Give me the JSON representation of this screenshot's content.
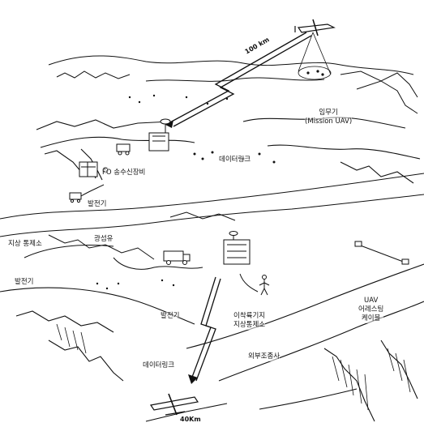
{
  "labels": {
    "link_distance_top": "100 km",
    "mission_uav": "임무기\n(Mission UAV)",
    "datalink_top": "데이터링크",
    "fo_equipment": "FO 송수신장비",
    "generator_left": "발전기",
    "ground_control_left": "지상 통제소",
    "optical_fiber": "광섬유",
    "generator_lower_left": "발전기",
    "generator_center": "발전기",
    "launch_base_gcs": "이착륙기지\n지상통제소",
    "external_pilot": "외부조종사",
    "uav_assembly": "UAV\n어레스팅\n케이블",
    "datalink_bottom": "데이터링크",
    "link_distance_bottom": "40Km"
  },
  "colors": {
    "ink": "#111111",
    "paper": "#ffffff"
  }
}
